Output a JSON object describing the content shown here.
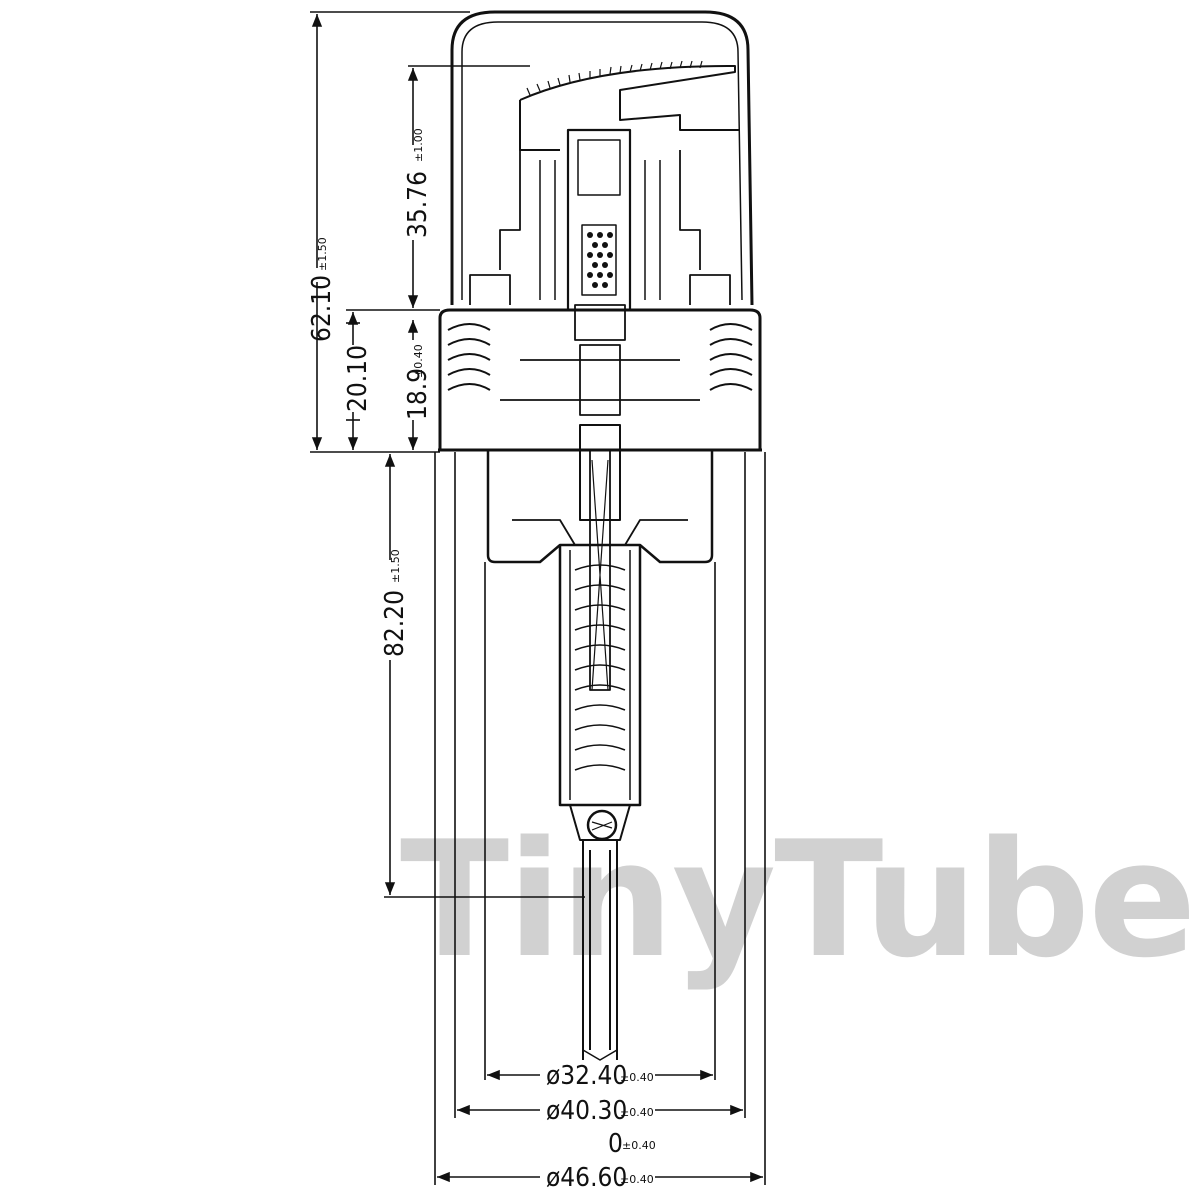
{
  "watermark": "TinyTubes",
  "dimensions": {
    "height_total": {
      "value": "62.10",
      "tol": "±1.50"
    },
    "height_actuator": {
      "value": "35.76",
      "tol": "±1.00"
    },
    "height_closure_20": {
      "value": "20.10"
    },
    "height_closure_18": {
      "value": "18.9",
      "tol": "±0.40"
    },
    "height_body": {
      "value": "82.20",
      "tol": "±1.50"
    },
    "dia_32": {
      "value": "ø32.40",
      "tol": "±0.40"
    },
    "dia_40": {
      "value": "ø40.30",
      "tol": "±0.40"
    },
    "dia_zero": {
      "value": "0",
      "tol": "±0.40"
    },
    "dia_46": {
      "value": "ø46.60",
      "tol": "±0.40"
    }
  }
}
